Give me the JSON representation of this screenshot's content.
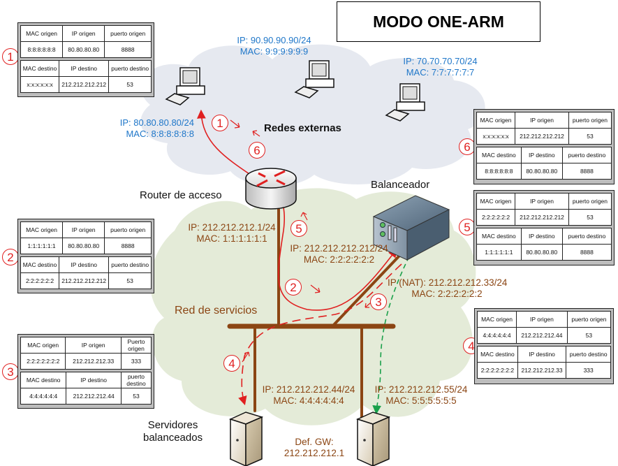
{
  "title": "MODO ONE-ARM",
  "clouds": {
    "external_label": "Redes externas",
    "services_label": "Red de servicios"
  },
  "hosts": {
    "client": {
      "ip": "IP: 80.80.80.80/24",
      "mac": "MAC: 8:8:8:8:8:8"
    },
    "host_90": {
      "ip": "IP: 90.90.90.90/24",
      "mac": "MAC: 9:9:9:9:9:9"
    },
    "host_70": {
      "ip": "IP: 70.70.70.70/24",
      "mac": "MAC: 7:7:7:7:7:7"
    }
  },
  "router": {
    "label": "Router de acceso",
    "ip": "IP: 212.212.212.1/24",
    "mac": "MAC: 1:1:1:1:1:1"
  },
  "balancer": {
    "label": "Balanceador",
    "ip": "IP: 212.212.212.212/24",
    "mac": "MAC: 2:2:2:2:2:2",
    "nat_ip": "IP (NAT): 212.212.212.33/24",
    "nat_mac": "MAC: 2:2:2:2:2:2"
  },
  "servers": {
    "label_line1": "Servidores",
    "label_line2": "balanceados",
    "server1": {
      "ip": "IP: 212.212.212.44/24",
      "mac": "MAC: 4:4:4:4:4:4"
    },
    "server2": {
      "ip": "IP: 212.212.212.55/24",
      "mac": "MAC: 5:5:5:5:5:5"
    },
    "gateway_line1": "Def. GW:",
    "gateway_line2": "212.212.212.1"
  },
  "colors": {
    "flow_red": "#e02020",
    "flow_green": "#1aa04a",
    "link_brown": "#8b4513",
    "host_blue": "#1f77c9",
    "cloud_external": "#e6e9f0",
    "cloud_services": "#e4ebd8"
  },
  "packets": [
    {
      "step": "1",
      "src_headers": [
        "MAC origen",
        "IP origen",
        "puerto origen"
      ],
      "src_values": [
        "8:8:8:8:8:8",
        "80.80.80.80",
        "8888"
      ],
      "dst_headers": [
        "MAC destino",
        "IP destino",
        "puerto destino"
      ],
      "dst_values": [
        "x:x:x:x:x:x",
        "212.212.212.212",
        "53"
      ]
    },
    {
      "step": "2",
      "src_headers": [
        "MAC origen",
        "IP origen",
        "puerto origen"
      ],
      "src_values": [
        "1:1:1:1:1:1",
        "80.80.80.80",
        "8888"
      ],
      "dst_headers": [
        "MAC destino",
        "IP destino",
        "puerto destino"
      ],
      "dst_values": [
        "2:2:2:2:2:2",
        "212.212.212.212",
        "53"
      ]
    },
    {
      "step": "3",
      "src_headers": [
        "MAC origen",
        "IP origen",
        "Puerto origen"
      ],
      "src_values": [
        "2:2:2:2:2:2:2",
        "212.212.212.33",
        "333"
      ],
      "dst_headers": [
        "MAC destino",
        "IP destino",
        "puerto destino"
      ],
      "dst_values": [
        "4:4:4:4:4:4",
        "212.212.212.44",
        "53"
      ]
    },
    {
      "step": "4",
      "src_headers": [
        "MAC origen",
        "IP origen",
        "puerto origen"
      ],
      "src_values": [
        "4:4:4:4:4:4",
        "212.212.212.44",
        "53"
      ],
      "dst_headers": [
        "MAC destino",
        "IP destino",
        "puerto destino"
      ],
      "dst_values": [
        "2:2:2:2:2:2:2",
        "212.212.212.33",
        "333"
      ]
    },
    {
      "step": "5",
      "src_headers": [
        "MAC origen",
        "IP origen",
        "puerto origen"
      ],
      "src_values": [
        "2:2:2:2:2:2",
        "212.212.212.212",
        "53"
      ],
      "dst_headers": [
        "MAC destino",
        "IP destino",
        "puerto destino"
      ],
      "dst_values": [
        "1:1:1:1:1:1",
        "80.80.80.80",
        "8888"
      ]
    },
    {
      "step": "6",
      "src_headers": [
        "MAC origen",
        "IP origen",
        "puerto origen"
      ],
      "src_values": [
        "x:x:x:x:x:x",
        "212.212.212.212",
        "53"
      ],
      "dst_headers": [
        "MAC destino",
        "IP destino",
        "puerto destino"
      ],
      "dst_values": [
        "8:8:8:8:8:8",
        "80.80.80.80",
        "8888"
      ]
    }
  ],
  "flow_markers": [
    "1",
    "2",
    "3",
    "4",
    "5",
    "6"
  ]
}
